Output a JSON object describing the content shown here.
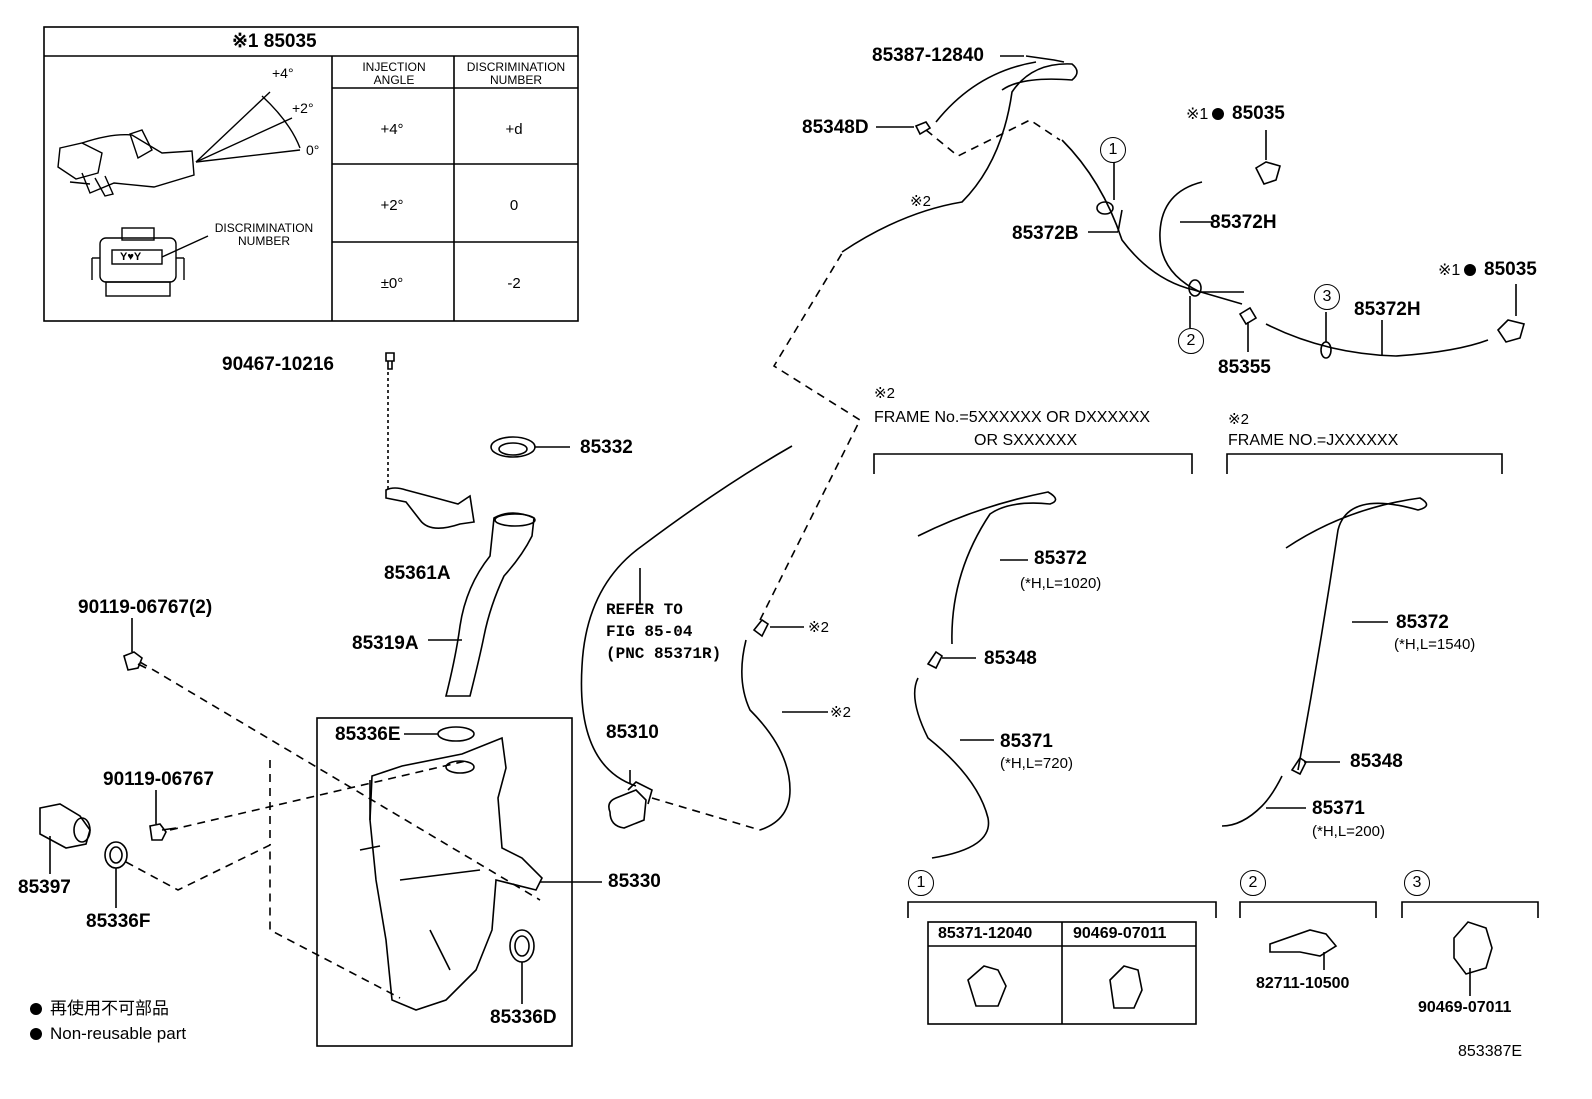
{
  "inset": {
    "title": "※1 85035",
    "col_headers": [
      "INJECTION ANGLE",
      "DISCRIMINATION NUMBER"
    ],
    "rows": [
      {
        "angle": "+4°",
        "number": "+d"
      },
      {
        "angle": "+2°",
        "number": "0"
      },
      {
        "angle": "±0°",
        "number": "-2"
      }
    ],
    "angle_labels": [
      "+4°",
      "+2°",
      "0°"
    ],
    "discrimination_label": "DISCRIMINATION NUMBER",
    "stamp_text": "Y♥Y"
  },
  "parts": {
    "p90467": "90467-10216",
    "p85332": "85332",
    "p85361A": "85361A",
    "p85319A": "85319A",
    "p90119_2": "90119-06767(2)",
    "p85336E": "85336E",
    "p90119": "90119-06767",
    "p85397": "85397",
    "p85336F": "85336F",
    "p85330": "85330",
    "p85336D": "85336D",
    "p85310": "85310",
    "p85387": "85387-12840",
    "p85348D": "85348D",
    "p85372B": "85372B",
    "p85372H_a": "85372H",
    "p85372H_b": "85372H",
    "p85035_a": "85035",
    "p85035_b": "85035",
    "p85355": "85355",
    "p85372_a": "85372",
    "p85348_a": "85348",
    "p85371_a": "85371",
    "p85372_b": "85372",
    "p85348_b": "85348",
    "p85371_b": "85371",
    "p82711": "82711-10500",
    "p90469_b": "90469-07011",
    "clip1_a": "85371-12040",
    "clip1_b": "90469-07011",
    "figure_id": "853387E"
  },
  "notes": {
    "ref1": "※1",
    "ref2": "※2",
    "refer": "REFER TO",
    "refer_fig": "FIG 85-04",
    "refer_pnc": "(PNC 85371R)",
    "len_a_372": "(*H,L=1020)",
    "len_a_371": "(*H,L=720)",
    "len_b_372": "(*H,L=1540)",
    "len_b_371": "(*H,L=200)",
    "frame_a_1": "FRAME No.=5XXXXXX OR DXXXXXX",
    "frame_a_2": "OR SXXXXXX",
    "frame_b": "FRAME NO.=JXXXXXX",
    "circle1": "1",
    "circle2": "2",
    "circle3": "3"
  },
  "legend": {
    "jp": "再使用不可部品",
    "en": "Non-reusable part"
  }
}
